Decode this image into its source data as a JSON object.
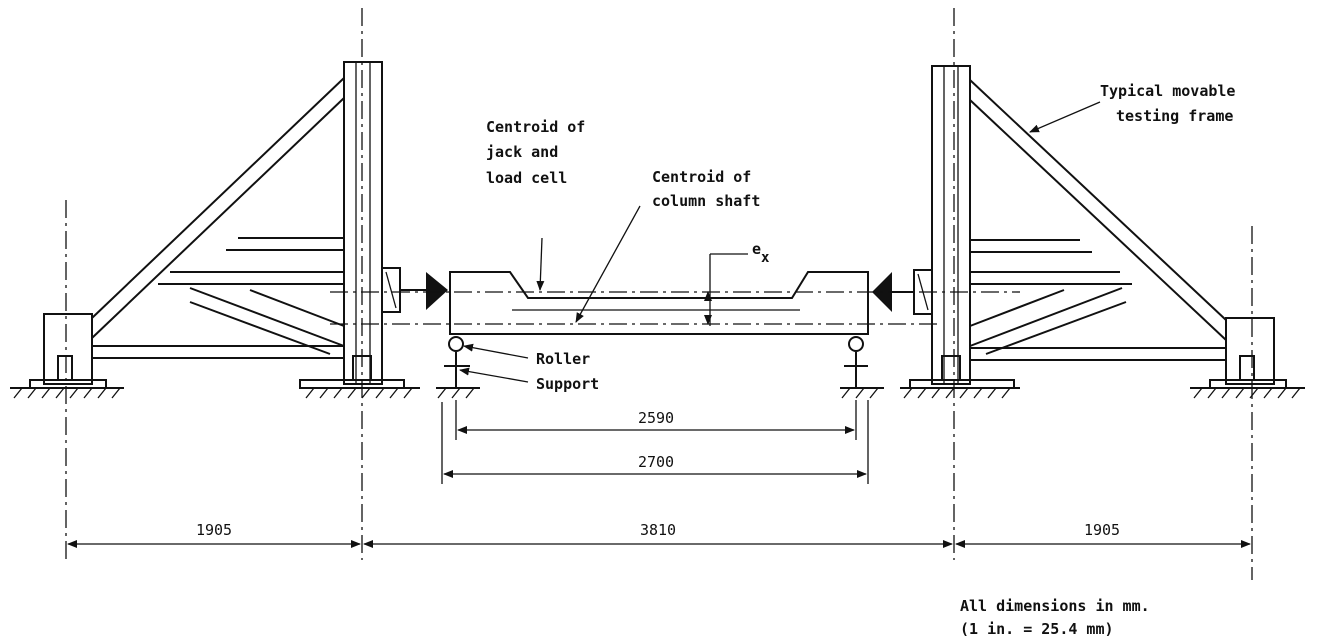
{
  "labels": {
    "frame": [
      "Typical movable",
      "testing frame"
    ],
    "jack": [
      "Centroid of",
      "jack and",
      "load cell"
    ],
    "shaft": [
      "Centroid of",
      "column shaft"
    ],
    "ex_main": "e",
    "ex_sub": "x",
    "roller": "Roller",
    "support": "Support"
  },
  "dimensions": {
    "inner_span": "2590",
    "outer_span": "2700",
    "left_bay": "1905",
    "center_bay": "3810",
    "right_bay": "1905"
  },
  "note": [
    "All dimensions in mm.",
    "(1 in. = 25.4 mm)"
  ]
}
